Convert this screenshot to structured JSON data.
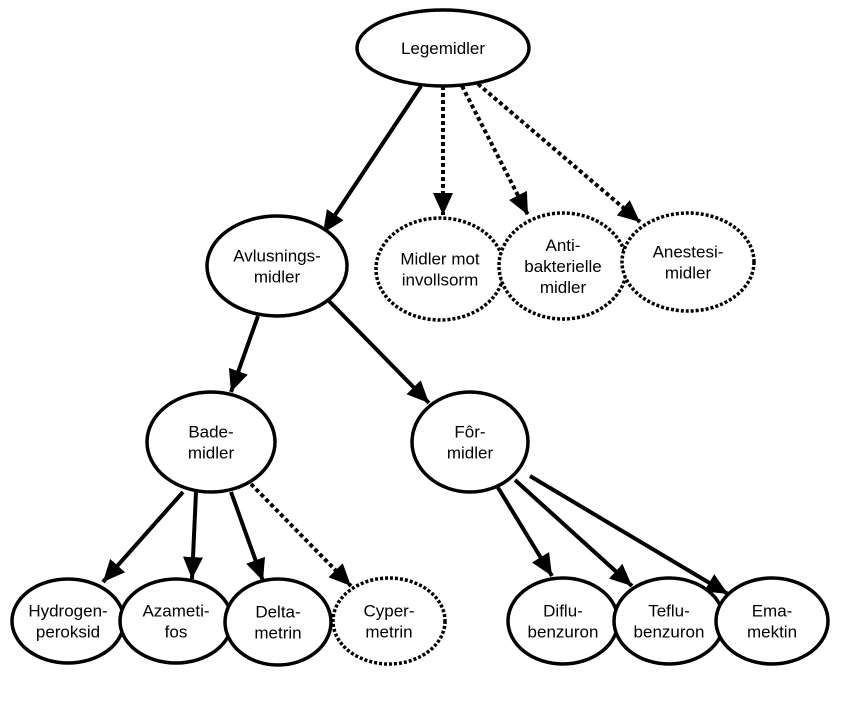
{
  "diagram": {
    "nodes": [
      {
        "id": "legemidler",
        "lines": [
          "Legemidler"
        ],
        "style": "solid"
      },
      {
        "id": "avlusningsmidler",
        "lines": [
          "Avlusnings-",
          "midler"
        ],
        "style": "solid"
      },
      {
        "id": "midler-mot-involl",
        "lines": [
          "Midler mot",
          "invollsorm"
        ],
        "style": "dashed"
      },
      {
        "id": "antibakterielle",
        "lines": [
          "Anti-",
          "bakterielle",
          "midler"
        ],
        "style": "dashed"
      },
      {
        "id": "anestesimidler",
        "lines": [
          "Anestesi-",
          "midler"
        ],
        "style": "dashed"
      },
      {
        "id": "bademidler",
        "lines": [
          "Bade-",
          "midler"
        ],
        "style": "solid"
      },
      {
        "id": "formidler",
        "lines": [
          "Fôr-",
          "midler"
        ],
        "style": "solid"
      },
      {
        "id": "hydrogenperoksid",
        "lines": [
          "Hydrogen-",
          "peroksid"
        ],
        "style": "solid"
      },
      {
        "id": "azametifos",
        "lines": [
          "Azameti-",
          "fos"
        ],
        "style": "solid"
      },
      {
        "id": "deltametrin",
        "lines": [
          "Delta-",
          "metrin"
        ],
        "style": "solid"
      },
      {
        "id": "cypermetrin",
        "lines": [
          "Cyper-",
          "metrin"
        ],
        "style": "dashed"
      },
      {
        "id": "diflubenzuron",
        "lines": [
          "Diflu-",
          "benzuron"
        ],
        "style": "solid"
      },
      {
        "id": "teflubenzuron",
        "lines": [
          "Teflu-",
          "benzuron"
        ],
        "style": "solid"
      },
      {
        "id": "emamektin",
        "lines": [
          "Ema-",
          "mektin"
        ],
        "style": "solid"
      }
    ],
    "edges": [
      {
        "from": "legemidler",
        "to": "avlusningsmidler",
        "style": "solid"
      },
      {
        "from": "legemidler",
        "to": "midler-mot-involl",
        "style": "dashed"
      },
      {
        "from": "legemidler",
        "to": "antibakterielle",
        "style": "dashed"
      },
      {
        "from": "legemidler",
        "to": "anestesimidler",
        "style": "dashed"
      },
      {
        "from": "avlusningsmidler",
        "to": "bademidler",
        "style": "solid"
      },
      {
        "from": "avlusningsmidler",
        "to": "formidler",
        "style": "solid"
      },
      {
        "from": "bademidler",
        "to": "hydrogenperoksid",
        "style": "solid"
      },
      {
        "from": "bademidler",
        "to": "azametifos",
        "style": "solid"
      },
      {
        "from": "bademidler",
        "to": "deltametrin",
        "style": "solid"
      },
      {
        "from": "bademidler",
        "to": "cypermetrin",
        "style": "dashed"
      },
      {
        "from": "formidler",
        "to": "diflubenzuron",
        "style": "solid"
      },
      {
        "from": "formidler",
        "to": "teflubenzuron",
        "style": "solid"
      },
      {
        "from": "formidler",
        "to": "emamektin",
        "style": "solid"
      }
    ]
  }
}
